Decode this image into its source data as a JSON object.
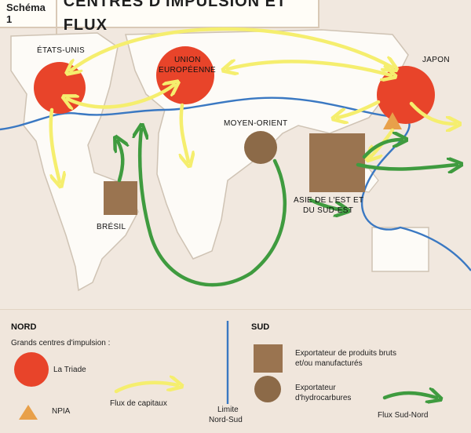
{
  "schema": {
    "prefix": "Schéma 1",
    "title": "CENTRES D'IMPULSION ET FLUX"
  },
  "map_labels": {
    "usa": "ÉTATS-UNIS",
    "eu_line1": "UNION",
    "eu_line2": "EUROPÉENNE",
    "japan": "JAPON",
    "middle_east": "MOYEN-ORIENT",
    "asia_line1": "ASIE DE L'EST ET",
    "asia_line2": "DU SUD-EST",
    "brazil": "BRÉSIL"
  },
  "legend": {
    "nord": "NORD",
    "centres": "Grands centres d'impulsion :",
    "triade": "La Triade",
    "npia": "NPIA",
    "capitaux": "Flux de capitaux",
    "limite_line1": "Limite",
    "limite_line2": "Nord-Sud",
    "sud": "SUD",
    "exportateur_line1": "Exportateur de produits bruts",
    "exportateur_line2": "et/ou manufacturés",
    "hydro_line1": "Exportateur",
    "hydro_line2": "d'hydrocarbures",
    "flux_sud_nord": "Flux Sud-Nord"
  },
  "colors": {
    "triade": "#e8442a",
    "npia": "#e8a04a",
    "capital_flow": "#f5ee6e",
    "south_north_flow": "#3f9b3f",
    "north_south_limit": "#3a78c2",
    "brown_square": "#9a7450",
    "brown_circle": "#8c6a48",
    "land": "#fdfbf7"
  }
}
